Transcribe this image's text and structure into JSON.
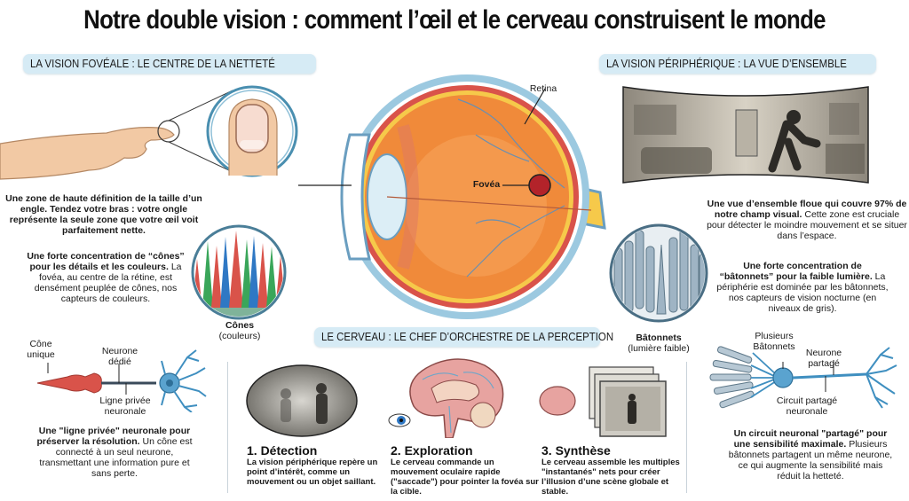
{
  "title": "Notre double vision : comment l’œil et le cerveau construisent le monde",
  "foveal": {
    "banner": "LA VISION FOVÉALE : LE CENTRE DE LA NETTETÉ",
    "para1": "Une zone de haute définition de la taille d’un engle. Tendez votre bras : votre ongle représente la seule zone que votre œil voit parfaitement nette.",
    "para2_bold": "Une forte concentration de “cônes” pour les détails et les couleurs.",
    "para2_rest": "La fovéa, au centre de la rétine, est densément peuplée de cônes, nos capteurs de couleurs.",
    "cones_label": "Cônes",
    "cones_sub": "(couleurs)",
    "neuron_labels": {
      "cone": "Cône unique",
      "neuron": "Neurone dédié",
      "line": "Ligne privée neuronale"
    },
    "para3_bold": "Une \"ligne privée\" neuronale pour préserver la résolution.",
    "para3_rest": "Un cône est connecté à un seul neurone, transmettant une information pure et sans perte."
  },
  "eye": {
    "retina_label": "Retina",
    "fovea_label": "Fovéa"
  },
  "peripheral": {
    "banner": "LA VISION PÉRIPHÉRIQUE : LA VUE D’ENSEMBLE",
    "para1_bold": "Une vue d’ensemble floue qui couvre 97% de notre champ visual.",
    "para1_rest": "Cette zone est cruciale pour détecter le moindre mouvement et se situer dans l’espace.",
    "para2_bold": "Une forte concentration de “bâtonnets” pour la faible lumière.",
    "para2_rest": "La périphérie est dominée par les bâtonnets, nos capteurs de vision nocturne (en niveaux de gris).",
    "rods_label": "Bâtonnets",
    "rods_sub": "(lumière faible)",
    "neuron_labels": {
      "rods": "Plusieurs Bâtonnets",
      "neuron": "Neurone partagé",
      "circuit": "Circuit partagé neuronale"
    },
    "para3_bold": "Un circuit neuronal \"partagé\" pour une sensibilité maximale.",
    "para3_rest": "Plusieurs bâtonnets partagent un même neurone, ce qui augmente la sensibilité mais réduit la hetteté."
  },
  "brain": {
    "banner": "LE CERVEAU : LE CHEF D’ORCHESTRE DE LA PERCEPTION",
    "steps": [
      {
        "title": "1. Détection",
        "text": "La vision périphérique repère un point d’intérêt, comme un mouvement ou un objet saillant."
      },
      {
        "title": "2. Exploration",
        "text": "Le cerveau commande un mouvement oculaire rapide (\"saccade\") pour pointer la fovéa sur la cible."
      },
      {
        "title": "3. Synthèse",
        "text": "Le cerveau assemble les multiples \"instantanés\" nets pour créer l’illusion d’une scène globale et stable."
      }
    ]
  },
  "colors": {
    "banner_bg": "#d6ebf5",
    "cone_red": "#d9534a",
    "cone_green": "#3aa65a",
    "cone_blue": "#2f78c4",
    "rod_gray": "#9fb4c4",
    "neuron_blue": "#3f8fc0",
    "eye_orange": "#f08a3a"
  }
}
